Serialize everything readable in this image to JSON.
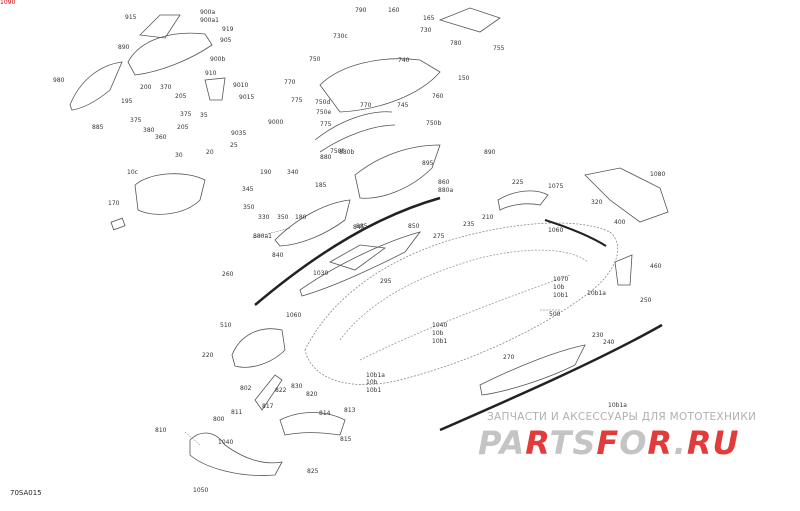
{
  "diagram": {
    "code": "70SA015",
    "labels": [
      "915",
      "900a",
      "900a1",
      "919",
      "905",
      "890",
      "900b",
      "980",
      "885",
      "910",
      "9010",
      "9015",
      "200",
      "370",
      "205",
      "195",
      "375",
      "375",
      "380",
      "205",
      "35",
      "360",
      "30",
      "9035",
      "9000",
      "25",
      "20",
      "190",
      "340",
      "185",
      "345",
      "350",
      "330",
      "350",
      "180",
      "10c",
      "170",
      "790",
      "160",
      "165",
      "750",
      "730c",
      "730",
      "780",
      "755",
      "740",
      "150",
      "770",
      "760",
      "775",
      "750d",
      "750e",
      "770",
      "745",
      "775",
      "750b",
      "750f",
      "880",
      "880b",
      "890",
      "895",
      "885",
      "860",
      "880a",
      "880a1",
      "840",
      "845",
      "850",
      "275",
      "235",
      "260",
      "1030",
      "295",
      "225",
      "1075",
      "1080",
      "210",
      "320",
      "400",
      "1060",
      "460",
      "1070",
      "10b",
      "10b1",
      "10b1a",
      "250",
      "1060",
      "510",
      "500",
      "230",
      "240",
      "270",
      "220",
      "830",
      "822",
      "802",
      "820",
      "817",
      "811",
      "814",
      "813",
      "800",
      "815",
      "810",
      "1040",
      "825",
      "1050",
      "1040",
      "10b",
      "10b1",
      "10b1a",
      "10b",
      "10b1",
      "10b1a",
      "1090"
    ]
  },
  "watermark": {
    "caption": "ЗАПЧАСТИ И АКСЕССУАРЫ ДЛЯ МОТОТЕХНИКИ",
    "logo": "PARTSFOR.RU"
  },
  "colors": {
    "line": "#555555",
    "dash": "#8a8a8a",
    "label": "#333333",
    "logo_red": "#e23b3b",
    "logo_grey": "#c4c4c4"
  }
}
